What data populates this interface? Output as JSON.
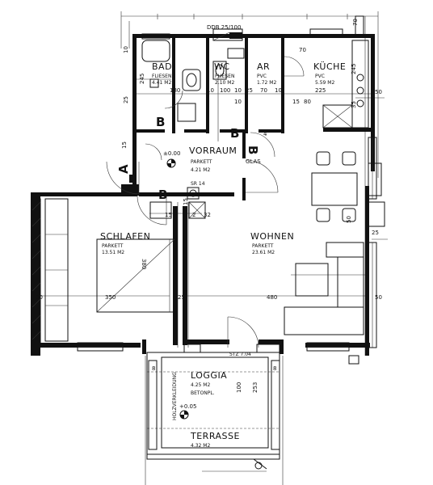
{
  "rooms": {
    "bad": {
      "name": "BAD",
      "floor": "FLIESEN",
      "area": "4.41 M2"
    },
    "wc": {
      "name": "WC",
      "floor": "FLIESEN",
      "area": "2.10 M2"
    },
    "ar": {
      "name": "AR",
      "floor": "PVC",
      "area": "1.72 M2"
    },
    "kueche": {
      "name": "KÜCHE",
      "floor": "PVC",
      "area": "5.59 M2"
    },
    "vorraum": {
      "name": "VORRAUM",
      "floor": "PARKETT",
      "area": "4.21 M2"
    },
    "schlafen": {
      "name": "SCHLAFEN",
      "floor": "PARKETT",
      "area": "13.51 M2"
    },
    "wohnen": {
      "name": "WOHNEN",
      "floor": "PARKETT",
      "area": "23.61 M2"
    },
    "loggia": {
      "name": "LOGGIA",
      "area": "4.25 M2",
      "floor": "BETONPL."
    },
    "terrasse": {
      "name": "TERRASSE",
      "area": "4.32 M2"
    }
  },
  "labels": {
    "ddb": "DDB 25/100",
    "glas": "GLAS",
    "sr": "SR 14",
    "level_vorraum": "±0.00",
    "level_loggia": "+0.05",
    "stz": "STZ 7.04",
    "holz": "HOLZVERKLEIDUNG"
  },
  "section_markers": [
    "A",
    "B",
    "B",
    "B",
    "B"
  ],
  "dimensions": {
    "d180": "180",
    "d10a": "10",
    "d100a": "100",
    "d10b": "10",
    "d25a": "25",
    "d70a": "70",
    "d10c": "10",
    "d225": "225",
    "d10d": "10",
    "d70b": "70",
    "d15a": "15",
    "d80": "80",
    "d245a": "245",
    "d10e": "10",
    "d25b": "25",
    "d15b": "15",
    "d70c": "70",
    "d245b": "245",
    "d35": "35",
    "d50a": "50",
    "d15c": "15",
    "d2": "2",
    "d32": "32",
    "d380": "380",
    "d30": "30",
    "d350": "350",
    "d25c": "25",
    "d480": "480",
    "d50b": "50",
    "d50c": "50",
    "d25d": "25",
    "d8a": "8",
    "d8b": "8",
    "d100b": "100",
    "d253": "253",
    "d15d": "15",
    "d4": "4"
  }
}
